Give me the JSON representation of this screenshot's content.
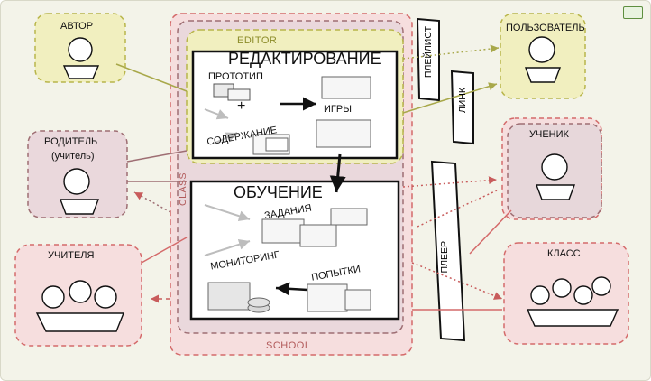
{
  "diagram": {
    "zones": {
      "school": "SCHOOL",
      "class": "CLASS",
      "editor": "EDITOR"
    },
    "editor_box": {
      "title": "РЕДАКТИРОВАНИЕ",
      "prototype": "ПРОТОТИП",
      "content": "СОДЕРЖАНИЕ",
      "games": "ИГРЫ",
      "plus": "+"
    },
    "learning_box": {
      "title": "ОБУЧЕНИЕ",
      "tasks": "ЗАДАНИЯ",
      "monitoring": "МОНИТОРИНГ",
      "attempts": "ПОПЫТКИ"
    },
    "actors": {
      "author": "АВТОР",
      "parent": "РОДИТЕЛЬ",
      "parent_sub": "(учитель)",
      "teachers": "УЧИТЕЛЯ",
      "user": "ПОЛЬЗОВАТЕЛЬ",
      "student": "УЧЕНИК",
      "class": "КЛАСС"
    },
    "bars": {
      "playlist": "ПЛЕЙЛИСТ",
      "link": "ЛИНК",
      "player": "ПЛЕЕР"
    },
    "colors": {
      "yellow": "#f1efbf",
      "yellow_border": "#b8b54a",
      "pink": "#f3dede",
      "pink_border": "#d46a6a",
      "mauve": "#e7d7da",
      "mauve_border": "#9e6e73",
      "olive_arrow": "#a8a84a",
      "red_arrow": "#c85c5c"
    }
  }
}
